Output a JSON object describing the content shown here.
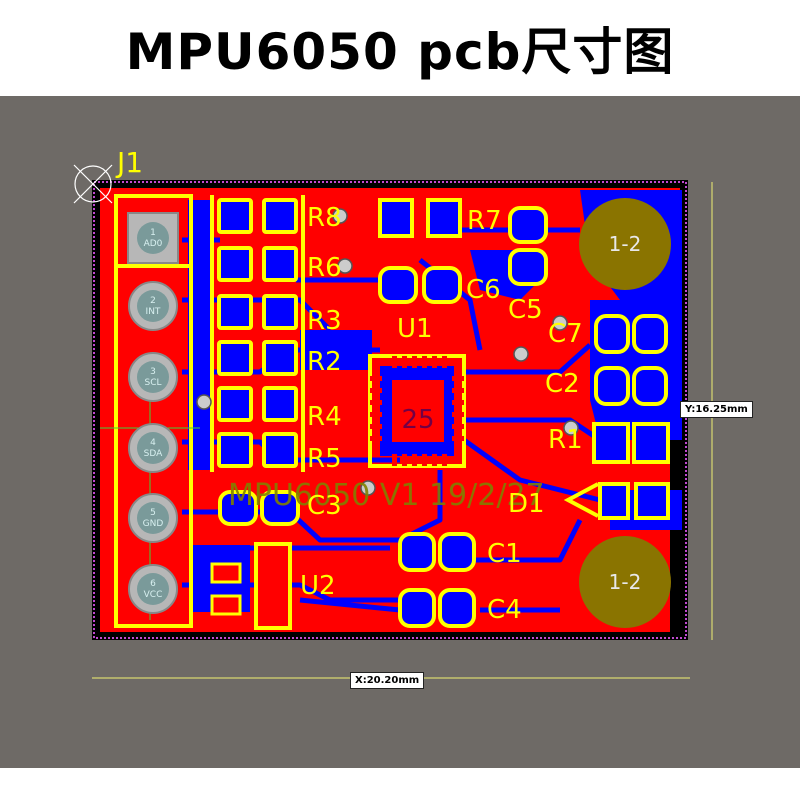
{
  "title": "MPU6050 pcb尺寸图",
  "colors": {
    "background": "#6e6a66",
    "board_copper_top": "#ff0000",
    "board_copper_bottom": "#0000ff",
    "board_black": "#000000",
    "outline": "#c04ad0",
    "silkscreen": "#ffff00",
    "overlay_text": "#808000",
    "mounting_hole": "#8a7400"
  },
  "board": {
    "connector": "J1",
    "header_pins": [
      {
        "num": "1",
        "name": "AD0"
      },
      {
        "num": "2",
        "name": "INT"
      },
      {
        "num": "3",
        "name": "SCL"
      },
      {
        "num": "4",
        "name": "SDA"
      },
      {
        "num": "5",
        "name": "GND"
      },
      {
        "num": "6",
        "name": "VCC"
      }
    ],
    "designators": [
      "R8",
      "R6",
      "R3",
      "R2",
      "R4",
      "R5",
      "R7",
      "C6",
      "C5",
      "C7",
      "C2",
      "R1",
      "U1",
      "C3",
      "D1",
      "C1",
      "C4",
      "U2"
    ],
    "chip_pad_label": "25",
    "mounting_holes": [
      "1-2",
      "1-2"
    ],
    "board_text": "MPU6050 V1 19/2/27"
  },
  "dimensions": {
    "x": "X:20.20mm",
    "y": "Y:16.25mm"
  }
}
